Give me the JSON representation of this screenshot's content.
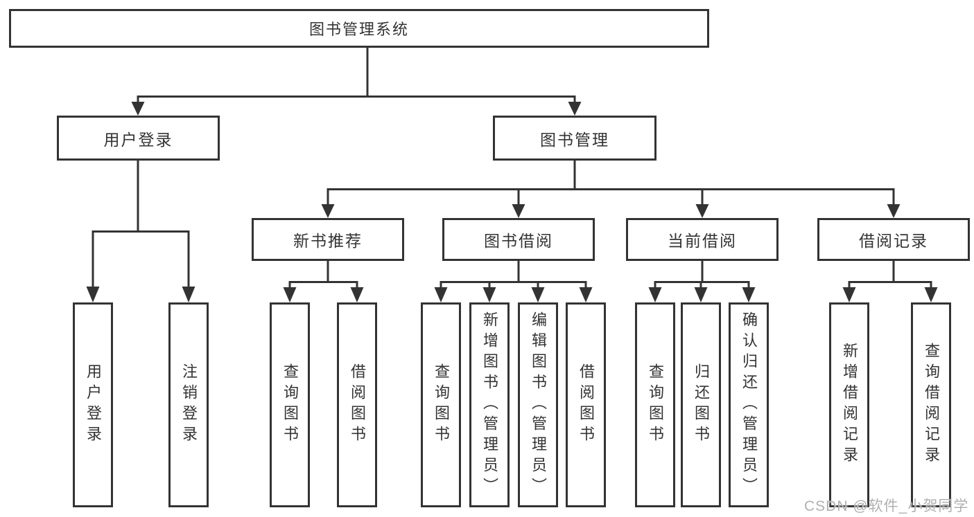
{
  "diagram": {
    "root": "图书管理系统",
    "branches": [
      {
        "label": "用户登录",
        "children": [
          "用户登录",
          "注销登录"
        ]
      },
      {
        "label": "图书管理",
        "sections": [
          {
            "label": "新书推荐",
            "children": [
              "查询图书",
              "借阅图书"
            ]
          },
          {
            "label": "图书借阅",
            "children": [
              "查询图书",
              "新增图书（管理员）",
              "编辑图书（管理员）",
              "借阅图书"
            ]
          },
          {
            "label": "当前借阅",
            "children": [
              "查询图书",
              "归还图书",
              "确认归还（管理员）"
            ]
          },
          {
            "label": "借阅记录",
            "children": [
              "新增借阅记录",
              "查询借阅记录"
            ]
          }
        ]
      }
    ]
  },
  "watermark": {
    "text": "CSDN @软件_小贺同学"
  },
  "colors": {
    "line": "#333333",
    "text": "#333333",
    "background": "#ffffff",
    "watermark": "#b0b0b0"
  }
}
